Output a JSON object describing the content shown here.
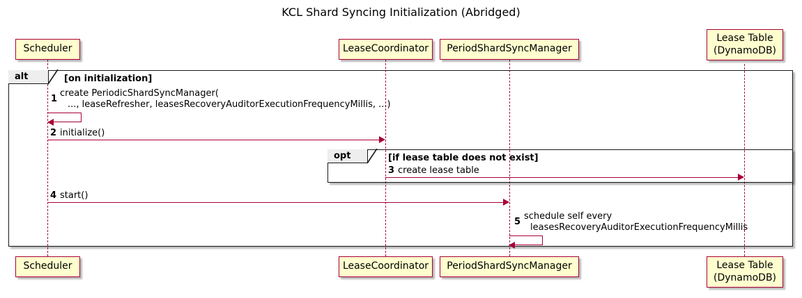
{
  "diagram": {
    "title": "KCL Shard Syncing Initialization (Abridged)",
    "type": "sequence-diagram",
    "colors": {
      "participant_fill": "#FEFECE",
      "participant_border": "#A80036",
      "arrow": "#A80036",
      "frame_border": "#181818",
      "frame_tab_fill": "#EEEEEE",
      "background": "#FFFFFF"
    }
  },
  "participants": [
    {
      "id": "scheduler",
      "lines": [
        "Scheduler"
      ]
    },
    {
      "id": "leasecoordinator",
      "lines": [
        "LeaseCoordinator"
      ]
    },
    {
      "id": "periodshardsyncmanager",
      "lines": [
        "PeriodShardSyncManager"
      ]
    },
    {
      "id": "leasetable",
      "lines": [
        "Lease Table",
        "(DynamoDB)"
      ]
    }
  ],
  "fragments": [
    {
      "id": "alt",
      "keyword": "alt",
      "guard": "[on initialization]"
    },
    {
      "id": "opt",
      "keyword": "opt",
      "guard": "[if lease table does not exist]"
    }
  ],
  "messages": [
    {
      "number": "1",
      "from": "scheduler",
      "to": "scheduler",
      "self": true,
      "lines": [
        "create PeriodicShardSyncManager(",
        "..., leaseRefresher, leasesRecoveryAuditorExecutionFrequencyMillis, ...)"
      ]
    },
    {
      "number": "2",
      "from": "scheduler",
      "to": "leasecoordinator",
      "self": false,
      "lines": [
        "initialize()"
      ]
    },
    {
      "number": "3",
      "from": "leasecoordinator",
      "to": "leasetable",
      "self": false,
      "lines": [
        "create lease table"
      ]
    },
    {
      "number": "4",
      "from": "scheduler",
      "to": "periodshardsyncmanager",
      "self": false,
      "lines": [
        "start()"
      ]
    },
    {
      "number": "5",
      "from": "periodshardsyncmanager",
      "to": "periodshardsyncmanager",
      "self": true,
      "lines": [
        "schedule self every",
        "leasesRecoveryAuditorExecutionFrequencyMillis"
      ]
    }
  ]
}
